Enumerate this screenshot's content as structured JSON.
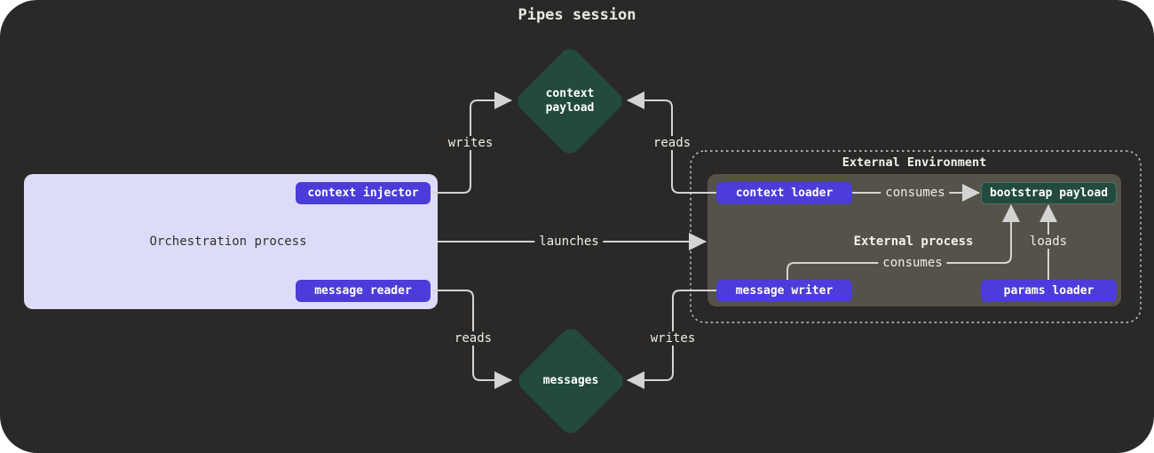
{
  "title": "Pipes session",
  "orchestration": {
    "title": "Orchestration process",
    "context_injector": "context injector",
    "message_reader": "message reader"
  },
  "external_environment": {
    "title": "External Environment",
    "process_title": "External process",
    "context_loader": "context loader",
    "bootstrap_payload": "bootstrap payload",
    "message_writer": "message writer",
    "params_loader": "params loader"
  },
  "stores": {
    "context_payload": "context\npayload",
    "messages": "messages"
  },
  "edges": {
    "writes_top": "writes",
    "reads_top": "reads",
    "launches": "launches",
    "reads_bottom": "reads",
    "writes_bottom": "writes",
    "consumes_top": "consumes",
    "consumes_bottom": "consumes",
    "loads": "loads"
  },
  "colors": {
    "canvas_bg": "#2b2927",
    "orchestration_bg": "#dddcf8",
    "accent_purple": "#4c3cd9",
    "store_green": "#224a3e",
    "process_gray": "#55524a",
    "wire": "#d4d4d2"
  }
}
